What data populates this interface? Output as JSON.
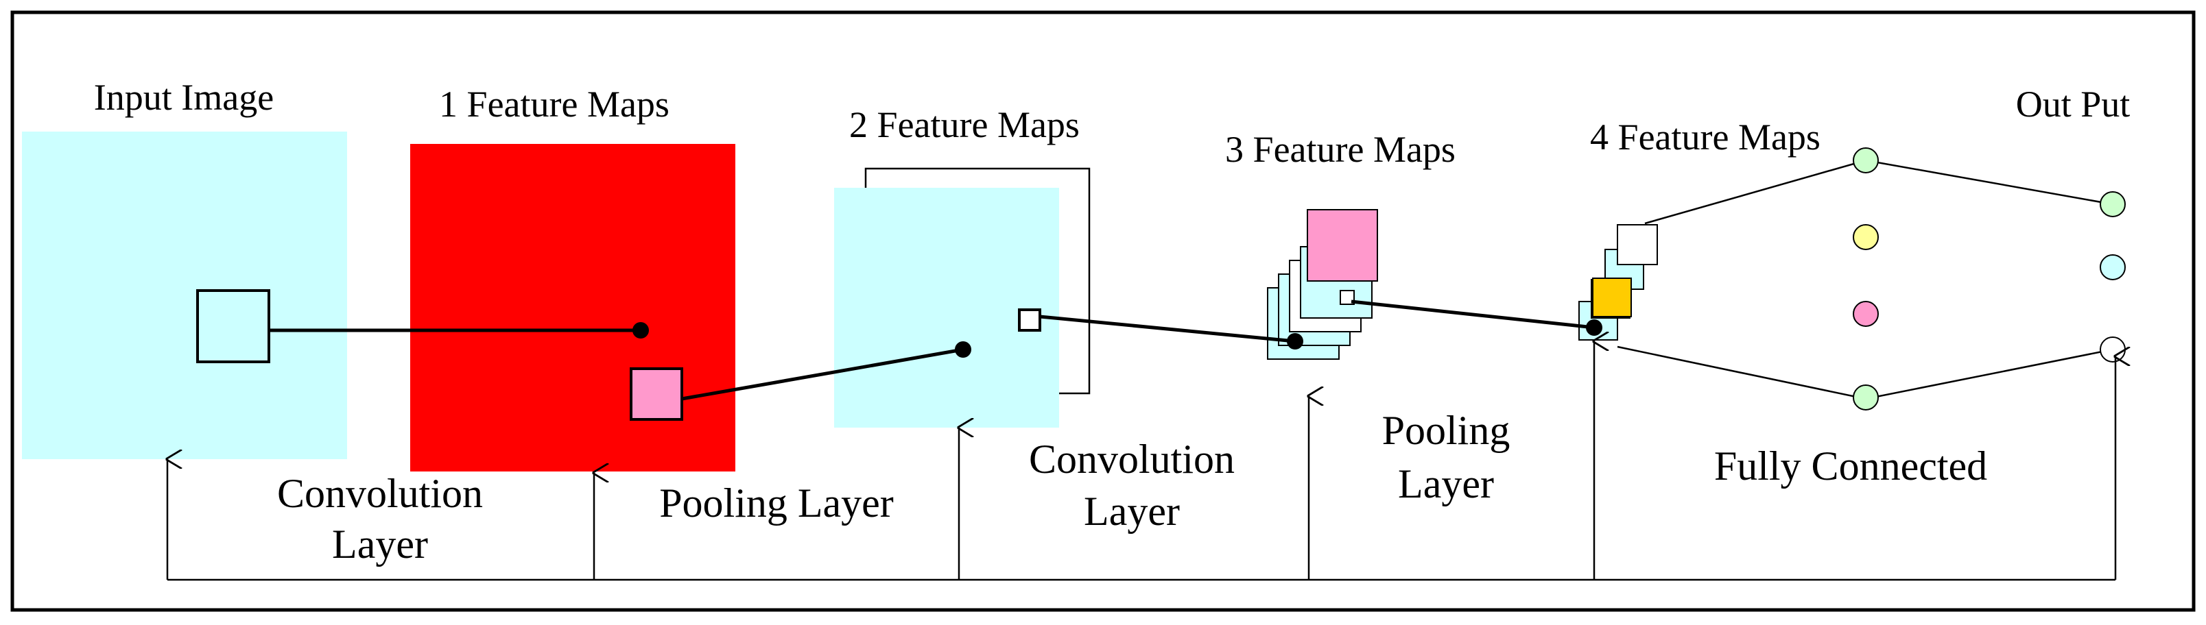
{
  "colors": {
    "background": "#ffffff",
    "border": "#000000",
    "cyan_map": "#ccffff",
    "red_map": "#ff0000",
    "pink": "#ff99cc",
    "orange": "#ffcc00",
    "green_node": "#ccffcc",
    "yellow_node": "#ffff99",
    "pink_node": "#ff99cc",
    "cyan_node": "#ccffff",
    "white_node": "#ffffff"
  },
  "labels": {
    "input_image": "Input Image",
    "feature_maps_1": "1 Feature Maps",
    "feature_maps_2": "2 Feature Maps",
    "feature_maps_3": "3 Feature Maps",
    "feature_maps_4": "4 Feature Maps",
    "output": "Out Put"
  },
  "stages": {
    "convolution_1": [
      "Convolution",
      "Layer"
    ],
    "pooling_1": "Pooling Layer",
    "convolution_2": [
      "Convolution",
      "Layer"
    ],
    "pooling_2": [
      "Pooling",
      "Layer"
    ],
    "fully_connected": "Fully Connected"
  },
  "nodes": {
    "hidden": [
      "green",
      "yellow",
      "pink",
      "green"
    ],
    "output": [
      "green",
      "cyan",
      "white"
    ]
  }
}
